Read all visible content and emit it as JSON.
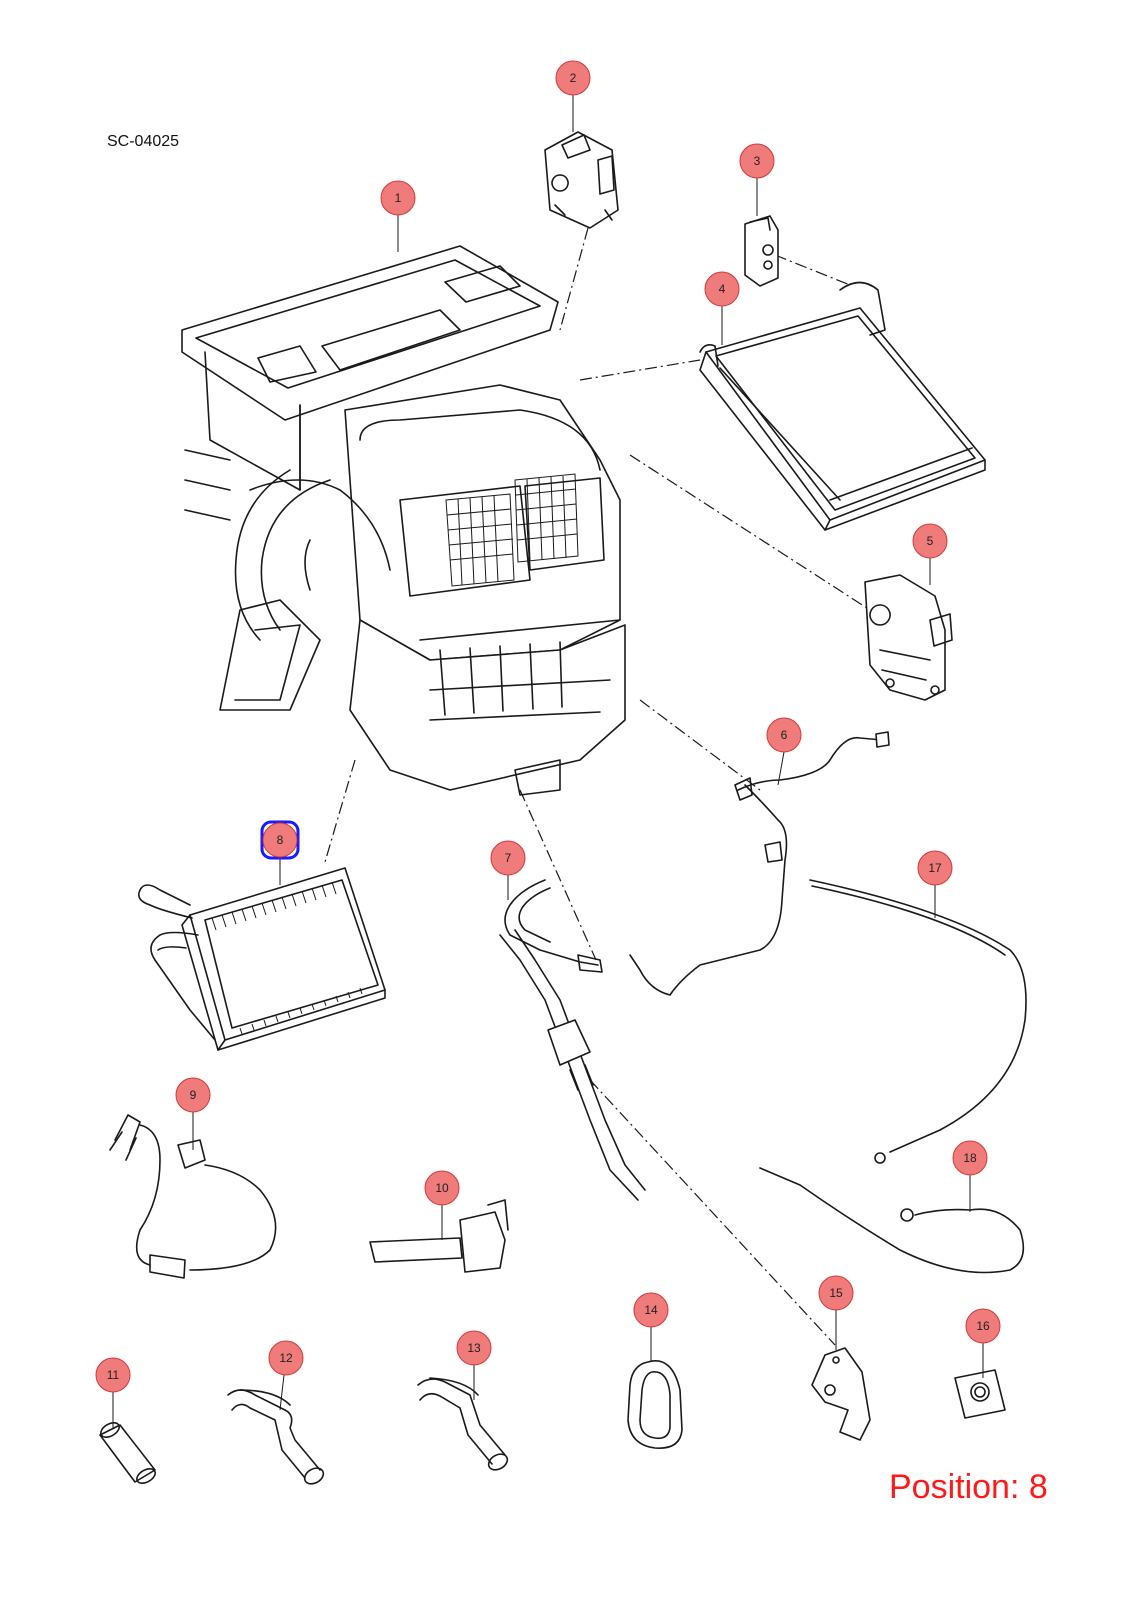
{
  "diagram": {
    "ref_code": "SC-04025",
    "position_label": "Position: 8",
    "selected_part": "8",
    "colors": {
      "callout_fill": "#f07b7b",
      "callout_stroke": "#d03a3a",
      "selected_stroke": "#1a1aff",
      "position_text": "#ff1a1a"
    },
    "callouts": [
      {
        "id": "1",
        "label": "1"
      },
      {
        "id": "2",
        "label": "2"
      },
      {
        "id": "3",
        "label": "3"
      },
      {
        "id": "4",
        "label": "4"
      },
      {
        "id": "5",
        "label": "5"
      },
      {
        "id": "6",
        "label": "6"
      },
      {
        "id": "7",
        "label": "7"
      },
      {
        "id": "8",
        "label": "8"
      },
      {
        "id": "9",
        "label": "9"
      },
      {
        "id": "10",
        "label": "10"
      },
      {
        "id": "11",
        "label": "11"
      },
      {
        "id": "12",
        "label": "12"
      },
      {
        "id": "13",
        "label": "13"
      },
      {
        "id": "14",
        "label": "14"
      },
      {
        "id": "15",
        "label": "15"
      },
      {
        "id": "16",
        "label": "16"
      },
      {
        "id": "17",
        "label": "17"
      },
      {
        "id": "18",
        "label": "18"
      }
    ]
  }
}
